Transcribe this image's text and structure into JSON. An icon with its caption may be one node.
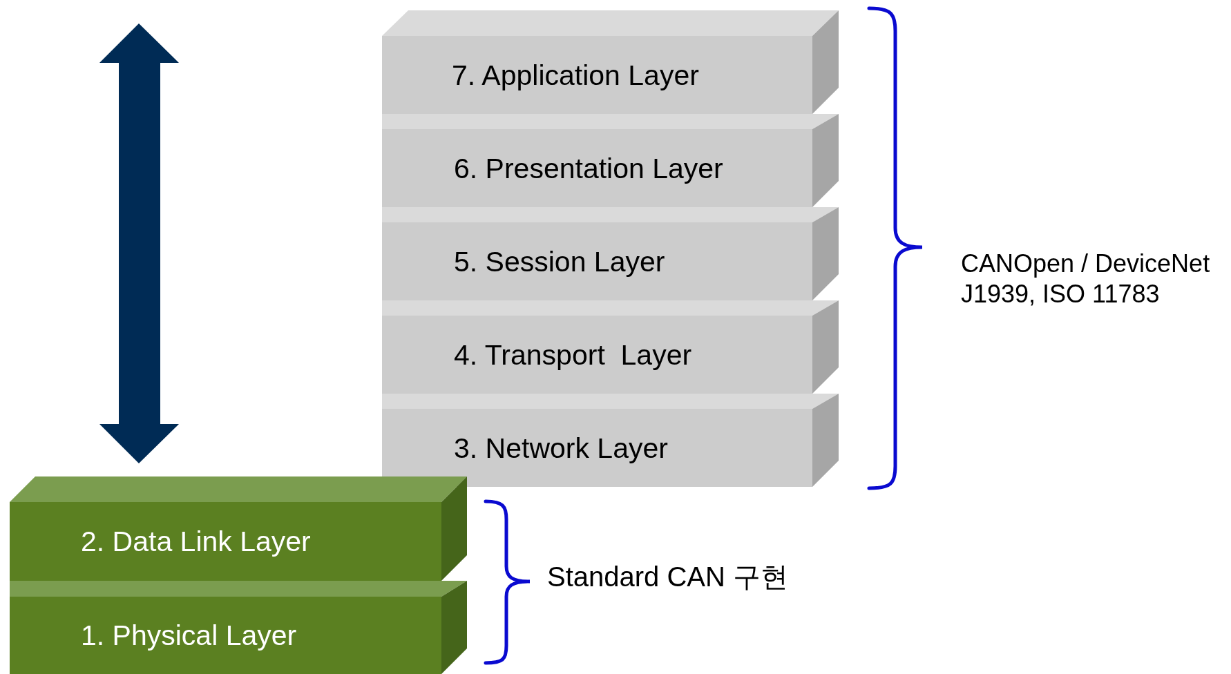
{
  "diagram": {
    "nodes": [
      {
        "text": [
          "7. Application Layer"
        ]
      },
      {
        "text": [
          "6. Presentation Layer"
        ]
      },
      {
        "text": [
          "5. Session Layer"
        ]
      },
      {
        "text": [
          "4. Transport  Layer"
        ]
      },
      {
        "text": [
          "3. Network Layer"
        ]
      },
      {
        "text": [
          "2. Data Link Layer"
        ]
      },
      {
        "text": [
          "1. Physical Layer"
        ]
      }
    ],
    "labels": [
      "CANOpen / DeviceNet",
      "J1939, ISO 11783",
      "Standard CAN 구현"
    ]
  }
}
